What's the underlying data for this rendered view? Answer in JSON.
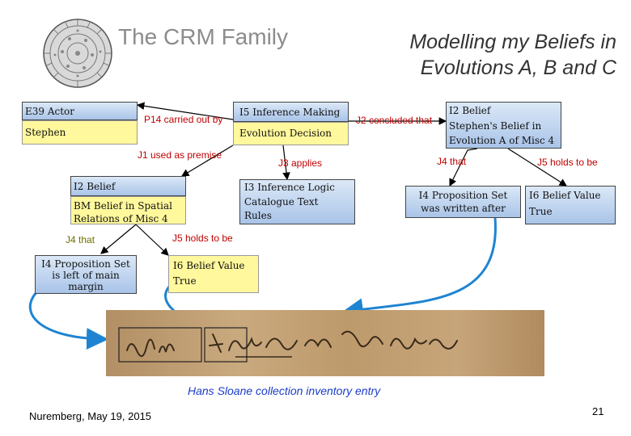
{
  "header": {
    "family_title": "The CRM Family",
    "slide_title_line1": "Modelling my Beliefs in",
    "slide_title_line2": "Evolutions A, B and C"
  },
  "nodes": {
    "e39_class": "E39 Actor",
    "e39_value": "Stephen",
    "i5_class": "I5 Inference Making",
    "i5_value": "Evolution Decision",
    "i2_right_line1": "I2 Belief",
    "i2_right_line2": "Stephen's Belief in",
    "i2_right_line3": "Evolution A of Misc 4",
    "i2_left_class": "I2 Belief",
    "i2_left_line1": "BM Belief in Spatial",
    "i2_left_line2": "Relations of Misc 4",
    "i3_line1": "I3 Inference Logic",
    "i3_line2": "Catalogue Text",
    "i3_line3": "Rules",
    "i4_left_line1": "I4 Proposition Set",
    "i4_left_line2": "is left of  main",
    "i4_left_line3": "margin",
    "i6_left_line1": "I6 Belief Value",
    "i6_left_line2": "True",
    "i4_right_line1": "I4 Proposition Set",
    "i4_right_line2": "was written after",
    "i6_right_line1": "I6 Belief Value",
    "i6_right_line2": "True"
  },
  "properties": {
    "p14": "P14 carried out by",
    "j2": "J2 concluded that",
    "j1": "J1 used as premise",
    "j3": "J3 applies",
    "j4_right": "J4 that",
    "j5_right": "J5 holds to be",
    "j4_left": "J4 that",
    "j5_left": "J5 holds to be"
  },
  "figure": {
    "caption": "Hans Sloane collection inventory entry"
  },
  "footer": {
    "location_date": "Nuremberg, May 19, 2015",
    "page_number": "21"
  },
  "colors": {
    "class_box_fill": "#a9c4e8",
    "value_box_fill": "#fff89c",
    "caption_blue": "#1a3cc9",
    "link_blue": "#1e84d2",
    "property_red": "#c00000",
    "property_olive": "#6b7000"
  }
}
